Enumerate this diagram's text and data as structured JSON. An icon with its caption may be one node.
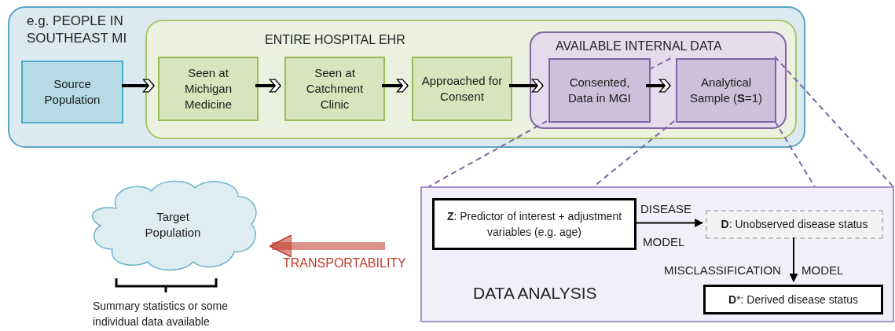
{
  "diagram": {
    "nodes": [
      {
        "text": [
          "e.g. PEOPLE IN SOUTHEAST MI"
        ]
      },
      {
        "text": [
          "Source Population"
        ],
        "in": 0
      },
      {
        "text": [
          "ENTIRE HOSPITAL EHR"
        ],
        "in": 0
      },
      {
        "text": [
          "Seen at Michigan Medicine"
        ],
        "in": 2
      },
      {
        "text": [
          "Seen at Catchment Clinic"
        ],
        "in": 2
      },
      {
        "text": [
          "Approached for Consent"
        ],
        "in": 2
      },
      {
        "text": [
          "AVAILABLE INTERNAL DATA"
        ],
        "in": 2
      },
      {
        "text": [
          "Consented, Data in MGI"
        ],
        "in": 6
      },
      {
        "text": [
          "Analytical Sample (**S**=1)"
        ],
        "in": 6
      },
      {
        "text": [
          "DATA ANALYSIS"
        ]
      },
      {
        "text": [
          "**Z**: Predictor of interest + adjustment variables (e.g. age)"
        ],
        "in": 9
      },
      {
        "text": [
          "**D**: Unobserved disease status"
        ],
        "in": 9
      },
      {
        "text": [
          "**D***: Derived disease status"
        ],
        "in": 9
      },
      {
        "text": [
          "Target Population"
        ],
        "beside": [
          "Summary statistics or some individual data available"
        ]
      }
    ],
    "edges": [
      {
        "from": 1,
        "to": 3,
        "arrow": "to",
        "style": "thick"
      },
      {
        "from": 3,
        "to": 4,
        "arrow": "to",
        "style": "thick"
      },
      {
        "from": 4,
        "to": 5,
        "arrow": "to",
        "style": "thick"
      },
      {
        "from": 5,
        "to": 7,
        "arrow": "to",
        "style": "thick"
      },
      {
        "from": 7,
        "to": 8,
        "arrow": "to",
        "style": "thick"
      },
      {
        "from": 7,
        "to": 9,
        "arrow": "none",
        "style": "dashed",
        "color": "#8064a2"
      },
      {
        "from": 8,
        "to": 9,
        "arrow": "none",
        "style": "dashed",
        "color": "#8064a2"
      },
      {
        "from": 8,
        "to": 9,
        "arrow": "none",
        "style": "dashed",
        "color": "#8064a2"
      },
      {
        "from": 8,
        "to": 9,
        "arrow": "none",
        "style": "dashed",
        "color": "#8064a2"
      },
      {
        "from": 10,
        "to": 11,
        "arrow": "to"
      },
      {
        "from": 11,
        "to": 12,
        "arrow": "to"
      },
      {
        "from": null,
        "to": 13,
        "arrow": "to",
        "label": "TRANSPORTABILITY",
        "style": "thick",
        "color": "#c0392b"
      },
      {
        "from": 7,
        "to": 8,
        "arrow": "none",
        "style": "dashed",
        "color": "#8064a2"
      }
    ],
    "labels": [
      "DISEASE",
      "MODEL",
      "MISCLASSIFICATION",
      "MODEL"
    ]
  }
}
